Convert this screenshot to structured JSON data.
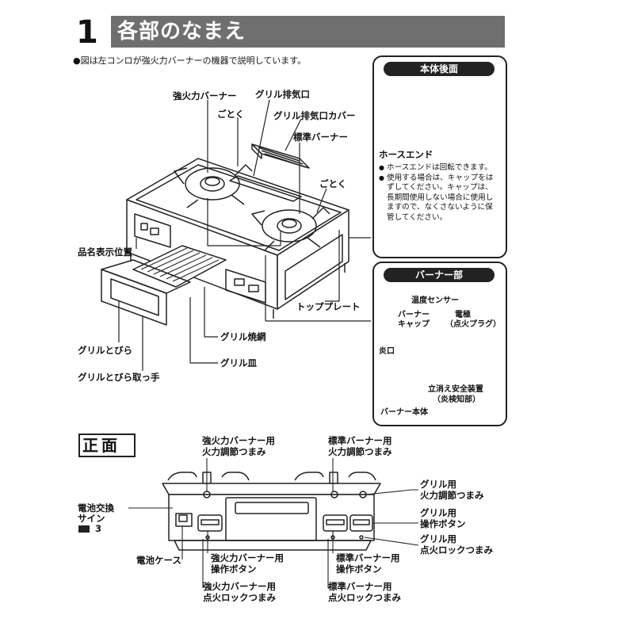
{
  "header": {
    "section_number": "1",
    "title": "各部のなまえ"
  },
  "note": "●図は左コンロが強火力バーナーの機器で説明しています。",
  "main_labels": {
    "high_power_burner": "強火力バーナー",
    "grill_exhaust": "グリル排気口",
    "trivet_left": "ごとく",
    "grill_exhaust_cover": "グリル排気口カバー",
    "standard_burner": "標準バーナー",
    "trivet_right": "ごとく",
    "model_label_position": "品名表示位置",
    "top_plate": "トッププレート",
    "grill_door": "グリルとびら",
    "grill_net": "グリル焼網",
    "grill_pan": "グリル皿",
    "grill_door_handle": "グリルとびら取っ手"
  },
  "rear_panel": {
    "title": "本体後面",
    "hose_end": "ホースエンド",
    "notes": [
      "ホースエンドは回転できます。",
      "使用する場合は、キャップをはずしてください。キャップは、長期間使用しない場合に使用しますので、なくさないように保管してください。"
    ]
  },
  "burner_panel": {
    "title": "バーナー部",
    "temp_sensor": "温度センサー",
    "burner_cap_1": "バーナー",
    "burner_cap_2": "キャップ",
    "electrode_1": "電極",
    "electrode_2": "（点火プラグ）",
    "flame_port": "炎口",
    "safety_device_1": "立消え安全装置",
    "safety_device_2": "（炎検知部）",
    "burner_body": "バーナー本体"
  },
  "front_panel": {
    "title": "正面",
    "high_knob_1": "強火力バーナー用",
    "high_knob_2": "火力調節つまみ",
    "std_knob_1": "標準バーナー用",
    "std_knob_2": "火力調節つまみ",
    "grill_knob_1": "グリル用",
    "grill_knob_2": "火力調節つまみ",
    "battery_sign_1": "電池交換",
    "battery_sign_2": "サイン",
    "battery_sign_3": "3",
    "grill_button_1": "グリル用",
    "grill_button_2": "操作ボタン",
    "grill_lock_1": "グリル用",
    "grill_lock_2": "点火ロックつまみ",
    "battery_case": "電池ケース",
    "high_button_1": "強火力バーナー用",
    "high_button_2": "操作ボタン",
    "high_lock_1": "強火力バーナー用",
    "high_lock_2": "点火ロックつまみ",
    "std_button_1": "標準バーナー用",
    "std_button_2": "操作ボタン",
    "std_lock_1": "標準バーナー用",
    "std_lock_2": "点火ロックつまみ"
  }
}
